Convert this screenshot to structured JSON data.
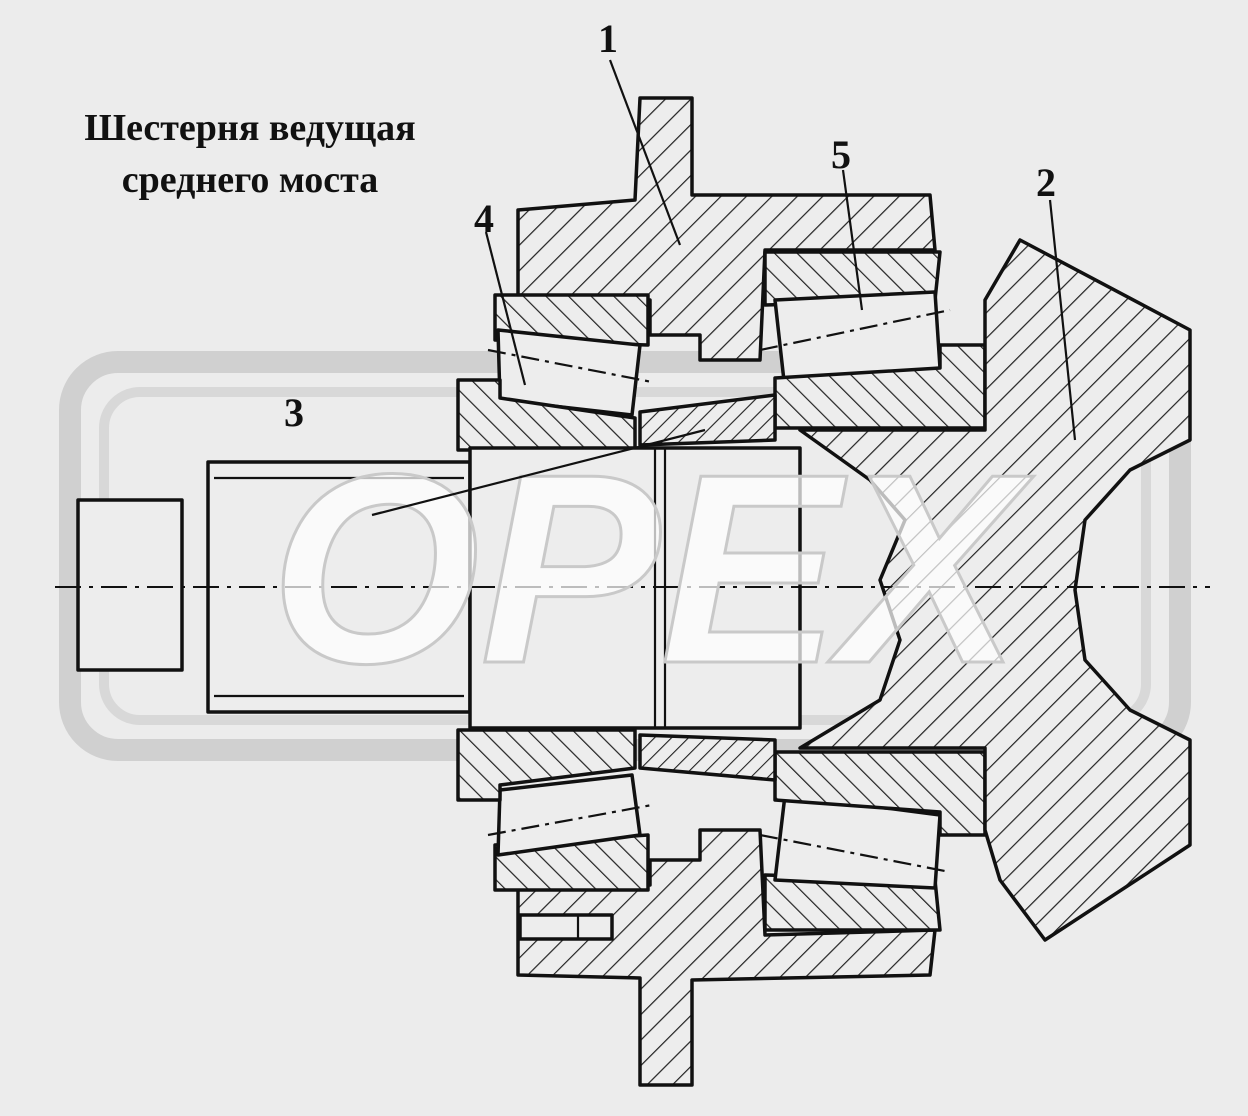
{
  "title": {
    "line1": "Шестерня ведущая",
    "line2": "среднего моста"
  },
  "callouts": [
    {
      "id": "1",
      "label": "1"
    },
    {
      "id": "2",
      "label": "2"
    },
    {
      "id": "3",
      "label": "3"
    },
    {
      "id": "4",
      "label": "4"
    },
    {
      "id": "5",
      "label": "5"
    }
  ],
  "watermark": {
    "text": "OPEX"
  }
}
